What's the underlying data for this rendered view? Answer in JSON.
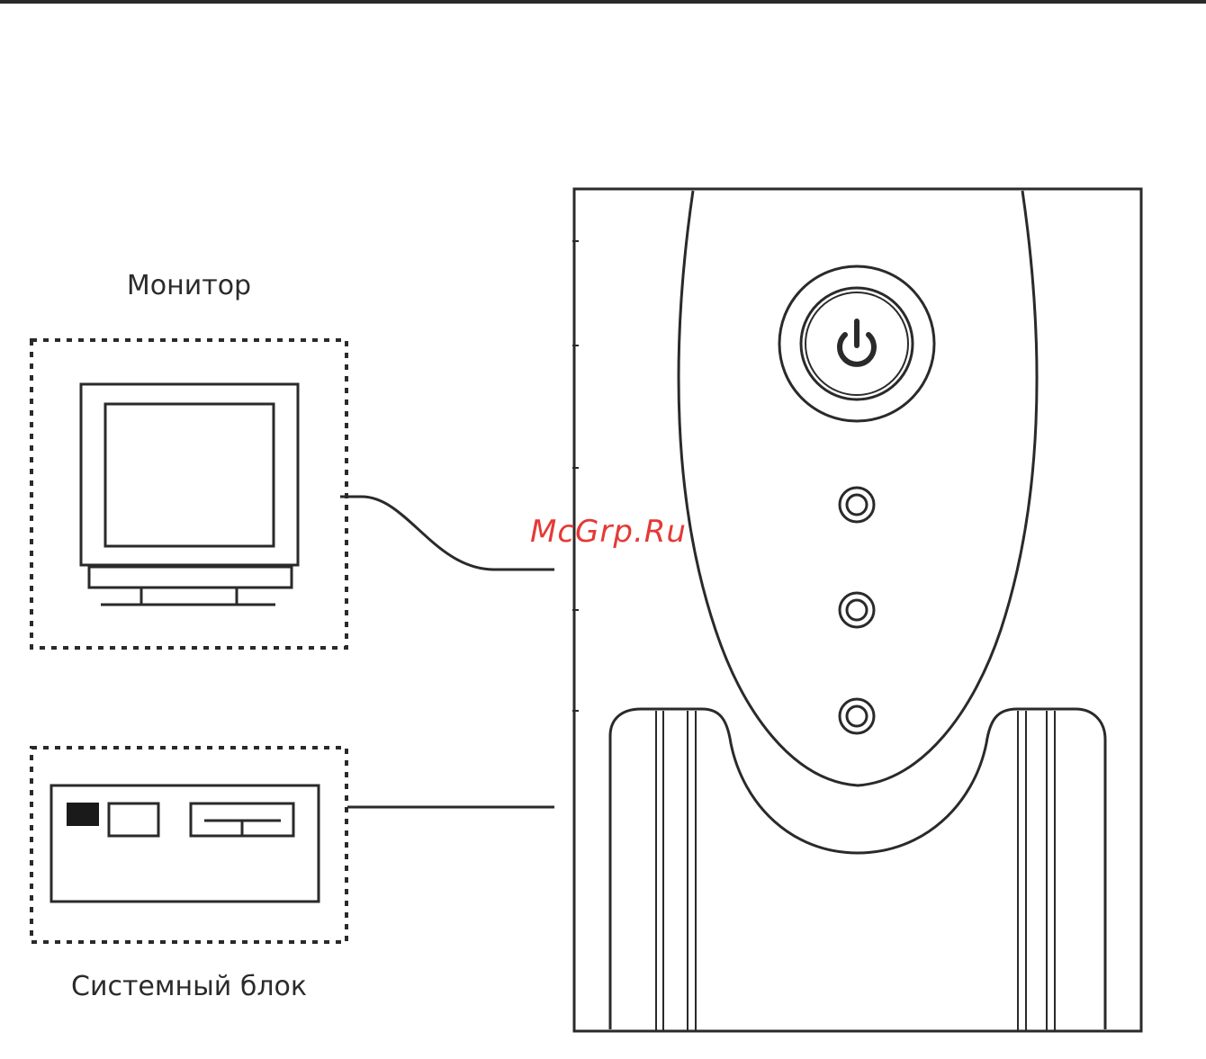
{
  "labels": {
    "monitor": "Монитор",
    "system_unit": "Системный блок"
  },
  "watermark": {
    "text": "McGrp.Ru",
    "color": "#e53935"
  },
  "colors": {
    "line": "#2a2a2a",
    "background": "#ffffff"
  },
  "icons": {
    "power_button": "power-icon",
    "indicators": [
      "indicator-light-icon",
      "indicator-light-icon",
      "indicator-light-icon"
    ]
  }
}
